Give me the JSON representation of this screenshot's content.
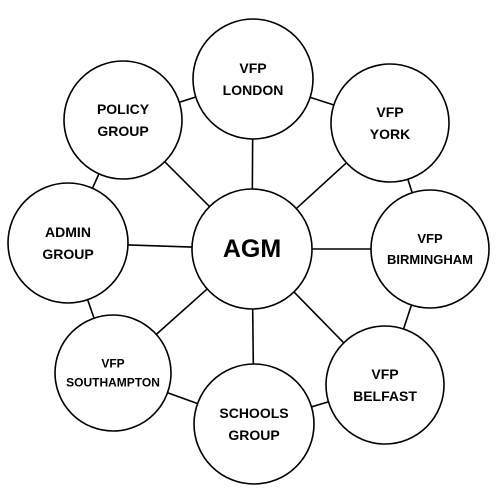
{
  "diagram": {
    "center": {
      "id": "agm",
      "lines": [
        "AGM"
      ]
    },
    "nodes": [
      {
        "id": "vfp-london",
        "lines": [
          "VFP",
          "LONDON"
        ]
      },
      {
        "id": "vfp-york",
        "lines": [
          "VFP",
          "YORK"
        ]
      },
      {
        "id": "vfp-birmingham",
        "lines": [
          "VFP",
          "BIRMINGHAM"
        ]
      },
      {
        "id": "vfp-belfast",
        "lines": [
          "VFP",
          "BELFAST"
        ]
      },
      {
        "id": "schools-group",
        "lines": [
          "SCHOOLS",
          "GROUP"
        ]
      },
      {
        "id": "vfp-southampton",
        "lines": [
          "VFP",
          "SOUTHAMPTON"
        ]
      },
      {
        "id": "admin-group",
        "lines": [
          "ADMIN",
          "GROUP"
        ]
      },
      {
        "id": "policy-group",
        "lines": [
          "POLICY",
          "GROUP"
        ]
      }
    ],
    "colors": {
      "stroke": "#000000",
      "fill": "#ffffff",
      "text": "#000000"
    }
  }
}
